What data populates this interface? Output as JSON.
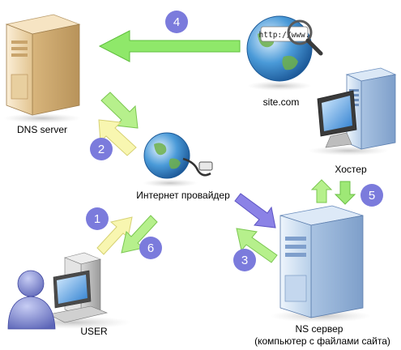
{
  "nodes": {
    "dns_server": {
      "label": "DNS server"
    },
    "site": {
      "label": "site.com",
      "url_tag": "http://www."
    },
    "isp": {
      "label": "Интернет провайдер"
    },
    "hoster": {
      "label": "Хостер"
    },
    "user": {
      "label": "USER"
    },
    "ns_server": {
      "label_line1": "NS сервер",
      "label_line2": "(компьютер с файлами сайта)"
    }
  },
  "steps": [
    "1",
    "2",
    "3",
    "4",
    "5",
    "6"
  ],
  "colors": {
    "badge": "#7b7bdc",
    "arrow_green": "#7fe05a",
    "arrow_yellow": "#f0f09a",
    "arrow_purple": "#8a7de0",
    "server_blue": "#cfe0f2",
    "server_beige": "#f2dcb5"
  }
}
